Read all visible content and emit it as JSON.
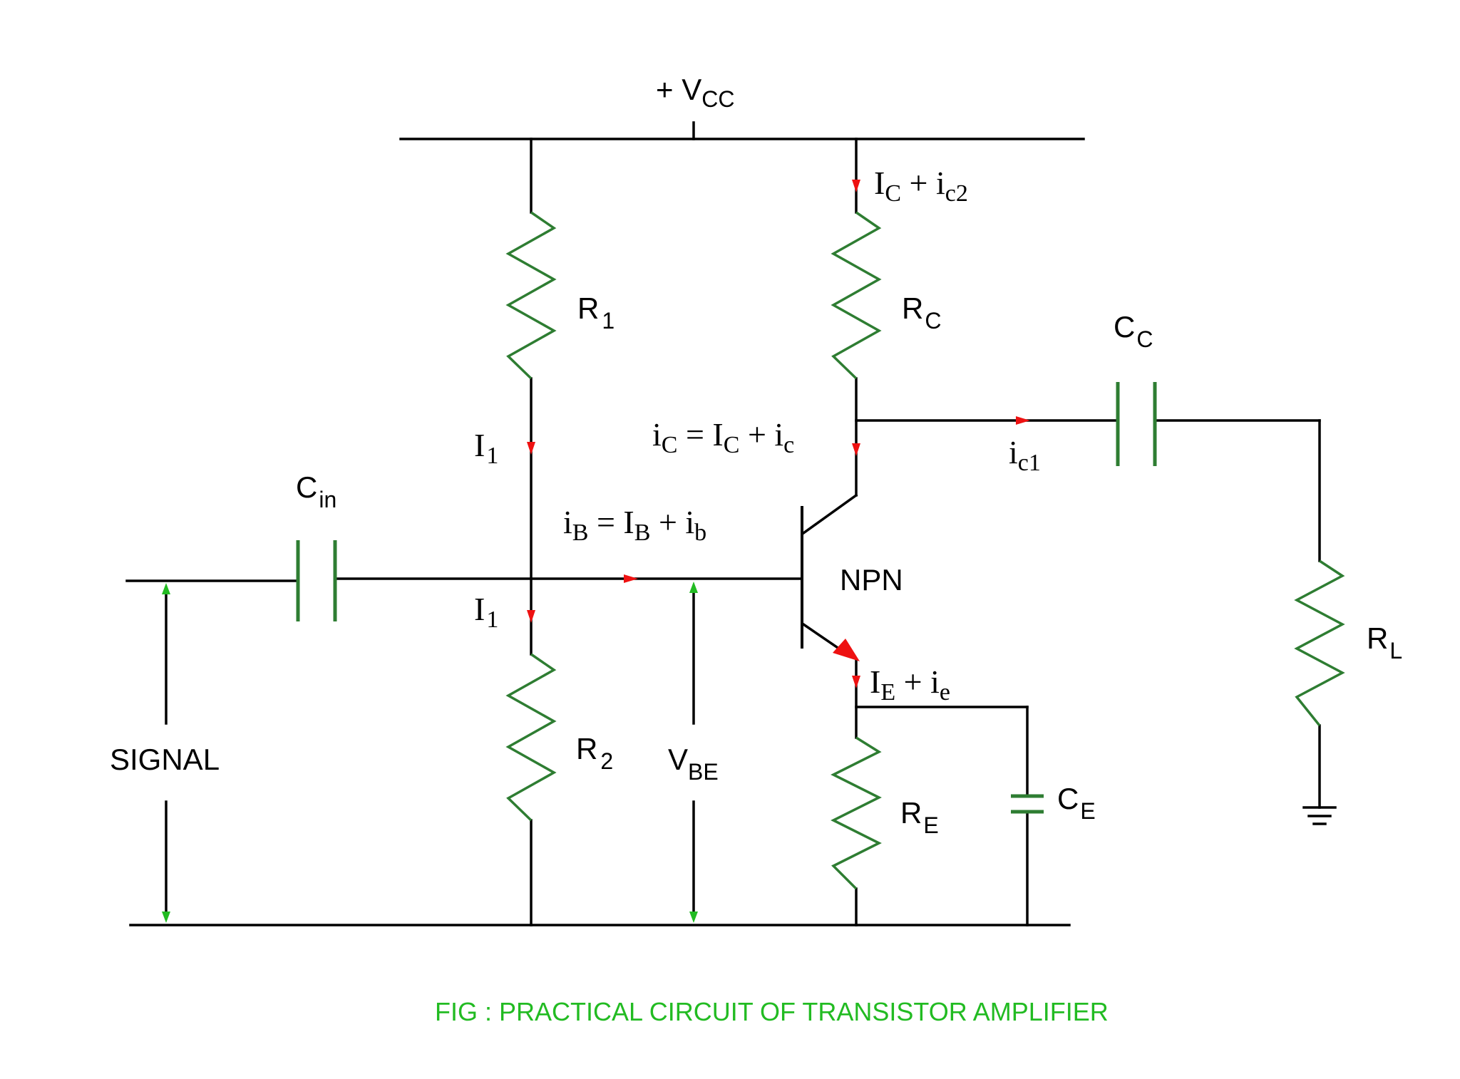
{
  "labels": {
    "vcc_main": "+ V",
    "vcc_sub": "CC",
    "r1_main": "R",
    "r1_sub": "1",
    "rc_main": "R",
    "rc_sub": "C",
    "cc_main": "C",
    "cc_sub": "C",
    "cin_main": "C",
    "cin_sub": "in",
    "r2_main": "R",
    "r2_sub": "2",
    "vbe_main": "V",
    "vbe_sub": "BE",
    "re_main": "R",
    "re_sub": "E",
    "ce_main": "C",
    "ce_sub": "E",
    "rl_main": "R",
    "rl_sub": "L",
    "npn": "NPN",
    "signal": "SIGNAL"
  },
  "currents": {
    "ic_ic2": {
      "a": "I",
      "a_sub": "C",
      "op": " + ",
      "b": "i",
      "b_sub": "c2"
    },
    "i1_top": {
      "a": "I",
      "a_sub": "1"
    },
    "i1_bottom": {
      "a": "I",
      "a_sub": "1"
    },
    "ic_eq": {
      "a": "i",
      "a_sub": "C",
      "eq": " = ",
      "b": "I",
      "b_sub": "C",
      "op": " + ",
      "c": "i",
      "c_sub": "c"
    },
    "ic1": {
      "a": "i",
      "a_sub": "c1"
    },
    "ib_eq": {
      "a": "i",
      "a_sub": "B",
      "eq": " = ",
      "b": "I",
      "b_sub": "B",
      "op": " + ",
      "c": "i",
      "c_sub": "b"
    },
    "ie": {
      "a": "I",
      "a_sub": "E",
      "op": " + ",
      "b": "i",
      "b_sub": "e"
    }
  },
  "caption": "FIG : PRACTICAL CIRCUIT OF TRANSISTOR AMPLIFIER",
  "colors": {
    "wire": "#000000",
    "component": "#2e7d32",
    "current_arrow": "#ee1111",
    "voltage_arrow": "#22bb22",
    "caption": "#22bb22"
  }
}
